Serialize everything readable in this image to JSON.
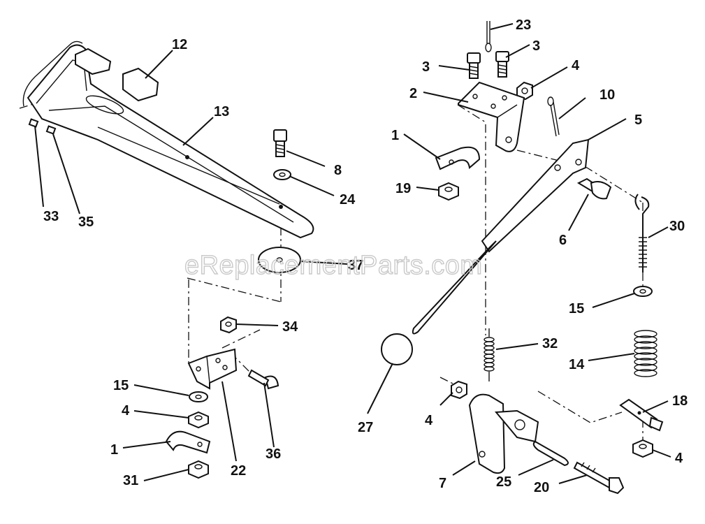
{
  "watermark": "eReplacementParts.com",
  "parts": [
    {
      "id": "p1a",
      "label": "1"
    },
    {
      "id": "p1b",
      "label": "1"
    },
    {
      "id": "p2",
      "label": "2"
    },
    {
      "id": "p3a",
      "label": "3"
    },
    {
      "id": "p3b",
      "label": "3"
    },
    {
      "id": "p4a",
      "label": "4"
    },
    {
      "id": "p4b",
      "label": "4"
    },
    {
      "id": "p4c",
      "label": "4"
    },
    {
      "id": "p4d",
      "label": "4"
    },
    {
      "id": "p5",
      "label": "5"
    },
    {
      "id": "p6",
      "label": "6"
    },
    {
      "id": "p7",
      "label": "7"
    },
    {
      "id": "p8",
      "label": "8"
    },
    {
      "id": "p10",
      "label": "10"
    },
    {
      "id": "p12",
      "label": "12"
    },
    {
      "id": "p13",
      "label": "13"
    },
    {
      "id": "p14",
      "label": "14"
    },
    {
      "id": "p15a",
      "label": "15"
    },
    {
      "id": "p15b",
      "label": "15"
    },
    {
      "id": "p18",
      "label": "18"
    },
    {
      "id": "p19",
      "label": "19"
    },
    {
      "id": "p20",
      "label": "20"
    },
    {
      "id": "p22",
      "label": "22"
    },
    {
      "id": "p23",
      "label": "23"
    },
    {
      "id": "p24",
      "label": "24"
    },
    {
      "id": "p25",
      "label": "25"
    },
    {
      "id": "p27",
      "label": "27"
    },
    {
      "id": "p30",
      "label": "30"
    },
    {
      "id": "p31",
      "label": "31"
    },
    {
      "id": "p32",
      "label": "32"
    },
    {
      "id": "p33",
      "label": "33"
    },
    {
      "id": "p34",
      "label": "34"
    },
    {
      "id": "p35",
      "label": "35"
    },
    {
      "id": "p36",
      "label": "36"
    },
    {
      "id": "p37",
      "label": "37"
    }
  ]
}
